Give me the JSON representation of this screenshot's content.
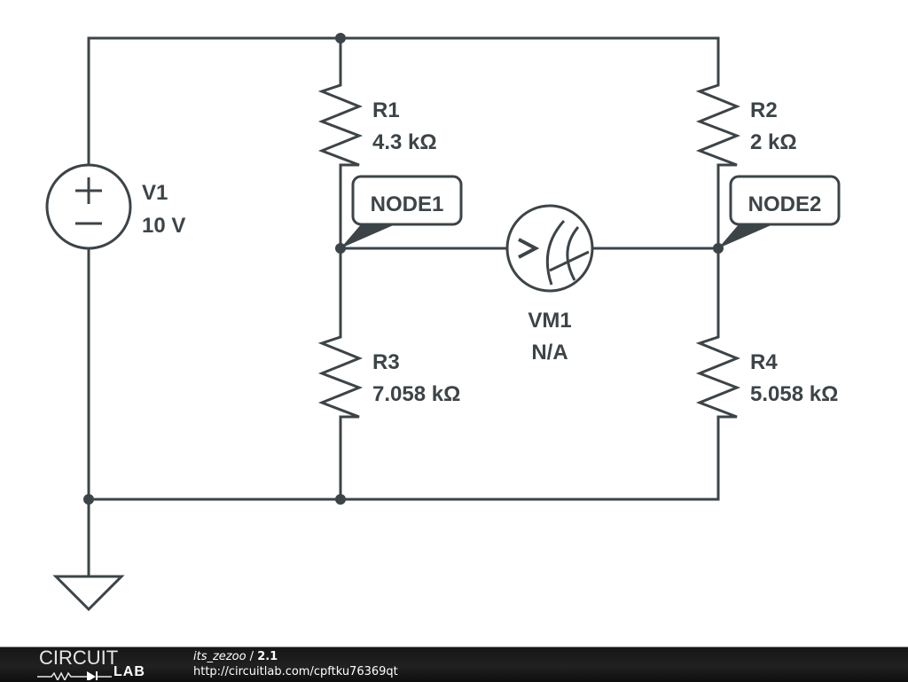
{
  "circuit": {
    "components": {
      "V1": {
        "name": "V1",
        "value": "10 V",
        "type": "voltage-source"
      },
      "R1": {
        "name": "R1",
        "value": "4.3 kΩ",
        "type": "resistor"
      },
      "R2": {
        "name": "R2",
        "value": "2 kΩ",
        "type": "resistor"
      },
      "R3": {
        "name": "R3",
        "value": "7.058 kΩ",
        "type": "resistor"
      },
      "R4": {
        "name": "R4",
        "value": "5.058 kΩ",
        "type": "resistor"
      },
      "VM1": {
        "name": "VM1",
        "value": "N/A",
        "type": "voltmeter"
      }
    },
    "node_tags": {
      "node1": "NODE1",
      "node2": "NODE2"
    },
    "source_symbols": {
      "plus": "+",
      "minus": "−"
    },
    "voltmeter_symbol": ">"
  },
  "footer": {
    "logo_top": "CIRCUIT",
    "logo_bottom": "LAB",
    "user": "its_zezoo",
    "separator": " / ",
    "version": "2.1",
    "url": "http://circuitlab.com/cpftku76369qt"
  }
}
